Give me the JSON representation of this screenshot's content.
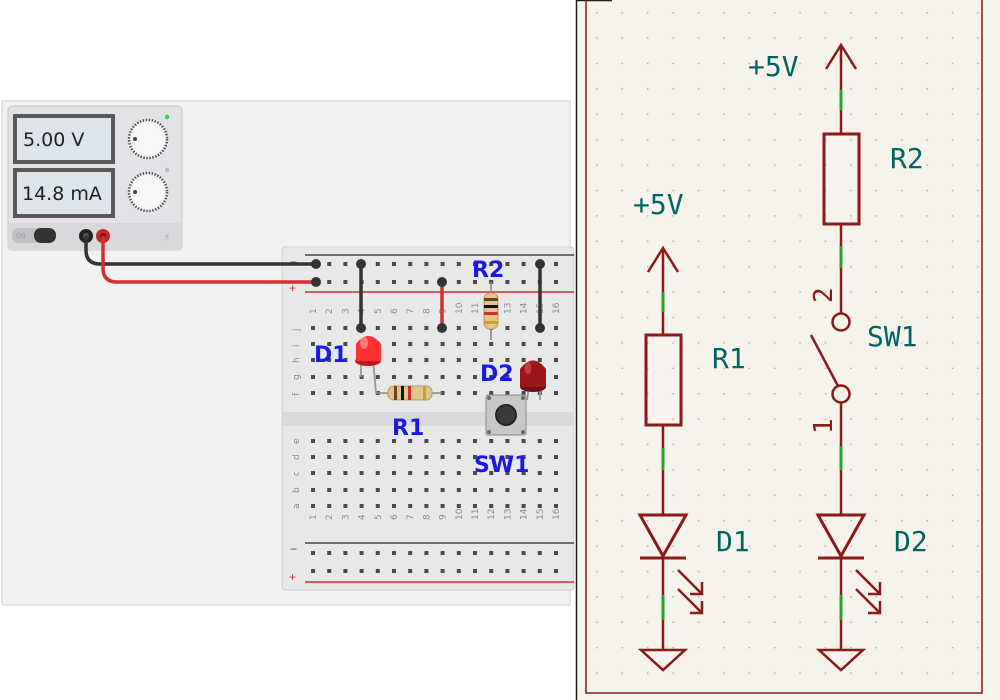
{
  "power_supply": {
    "voltage_display": "5.00 V",
    "current_display": "14.8 mA",
    "on_label": "ON"
  },
  "breadboard": {
    "labels": {
      "r2": "R2",
      "d1": "D1",
      "d2": "D2",
      "r1": "R1",
      "sw1": "SW1"
    },
    "rail_minus": "−",
    "rail_plus": "+",
    "row_letters_top": [
      "j",
      "i",
      "h",
      "g",
      "f"
    ],
    "row_letters_bottom": [
      "e",
      "d",
      "c",
      "b",
      "a"
    ],
    "column_numbers": [
      "1",
      "2",
      "3",
      "4",
      "5",
      "6",
      "7",
      "8",
      "9",
      "10",
      "11",
      "12",
      "13",
      "14",
      "15",
      "16"
    ]
  },
  "schematic": {
    "left_branch": {
      "power": "+5V",
      "resistor": "R1",
      "led": "D1"
    },
    "right_branch": {
      "power": "+5V",
      "resistor": "R2",
      "switch": "SW1",
      "switch_pin_top": "2",
      "switch_pin_bottom": "1",
      "led": "D2"
    },
    "colors": {
      "wire": "#8b1a1a",
      "label": "#006464",
      "pin_stub": "#2aa52a",
      "background": "#f5f3ec"
    }
  }
}
